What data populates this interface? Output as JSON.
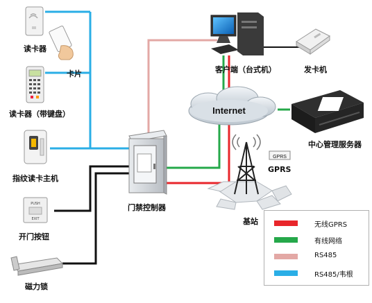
{
  "labels": {
    "card_reader": "读卡器",
    "card": "卡片",
    "card_reader_keypad": "读卡器（带键盘）",
    "fingerprint_host": "指纹读卡主机",
    "exit_button": "开门按钮",
    "mag_lock": "磁力锁",
    "controller": "门禁控制器",
    "client": "客户端（台式机）",
    "card_issuer": "发卡机",
    "internet": "Internet",
    "server": "中心管理服务器",
    "gprs_tag": "GPRS",
    "gprs_label": "GPRS",
    "base_station": "基站"
  },
  "legend": [
    {
      "label": "无线GPRS",
      "color": "#e8262b"
    },
    {
      "label": "有线网络",
      "color": "#25a84a"
    },
    {
      "label": "RS485",
      "color": "#e3a8a5"
    },
    {
      "label": "RS485/韦根",
      "color": "#2aaee6"
    }
  ],
  "colors": {
    "wireless": "#e8262b",
    "wired": "#25a84a",
    "rs485": "#e3a8a5",
    "wiegand": "#2aaee6",
    "lock_wire": "#111111"
  }
}
